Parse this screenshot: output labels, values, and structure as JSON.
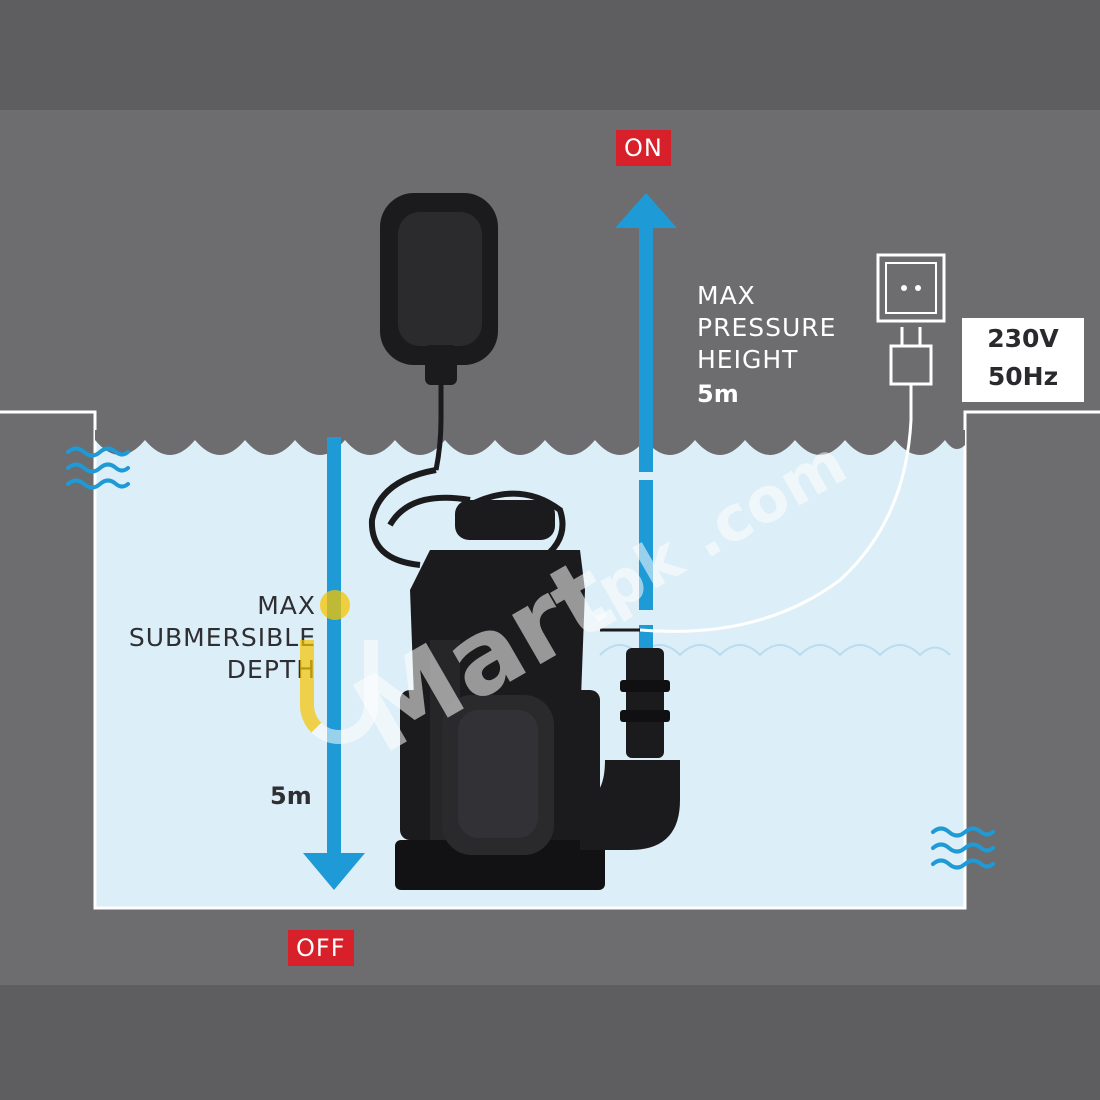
{
  "switch": {
    "on_label": "ON",
    "off_label": "OFF"
  },
  "pressure": {
    "line1": "MAX",
    "line2": "PRESSURE",
    "line3": "HEIGHT",
    "value": "5m"
  },
  "depth": {
    "line1": "MAX",
    "line2": "SUBMERSIBLE",
    "line3": "DEPTH",
    "value": "5m"
  },
  "power": {
    "voltage": "230V",
    "frequency": "50Hz"
  },
  "watermark": {
    "brand": "Mart",
    "domain": ".pk .com"
  },
  "colors": {
    "background": "#6d6c6e",
    "water": "#d9edf7",
    "arrow": "#1e9ad6",
    "badge": "#d8202a",
    "pump": "#1b1b1d"
  }
}
